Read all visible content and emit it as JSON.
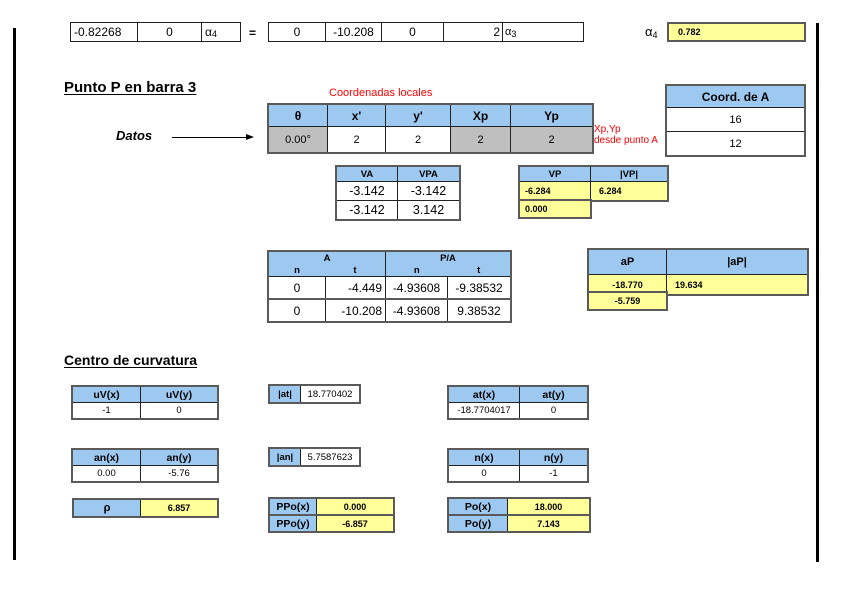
{
  "colors": {
    "header_blue": "#9DC8F0",
    "highlight_yellow": "#FFFF99",
    "input_gray": "#BFBFBF",
    "note_red": "#FF0000"
  },
  "equation": {
    "m1": [
      "-0.82268",
      "0"
    ],
    "m1_label": "α",
    "m1_sub": "4",
    "equals": "=",
    "m2": [
      "0",
      "-10.208",
      "0",
      "2"
    ],
    "m2_label": "α",
    "m2_sub": "3",
    "res_label": "α",
    "res_sub": "4",
    "res_value": "0.782"
  },
  "punto": {
    "title": "Punto P en barra 3",
    "coord_note": "Coordenadas locales",
    "datos_label": "Datos",
    "main": {
      "headers": [
        "θ",
        "x'",
        "y'",
        "Xp",
        "Yp"
      ],
      "values": [
        "0.00°",
        "2",
        "2",
        "2",
        "2"
      ]
    },
    "note_line1": "Xp,Yp",
    "note_line2": "desde punto A",
    "coord_a": {
      "header": "Coord. de A",
      "values": [
        "16",
        "12"
      ]
    },
    "va": {
      "headers": [
        "VA",
        "VPA"
      ],
      "rows": [
        [
          "-3.142",
          "-3.142"
        ],
        [
          "-3.142",
          "3.142"
        ]
      ]
    },
    "vp": {
      "headers": [
        "VP",
        "|VP|"
      ],
      "row1": [
        "-6.284",
        "6.284"
      ],
      "row2": "0.000"
    },
    "nt": {
      "groups": [
        "A",
        "P/A"
      ],
      "subs": [
        "n",
        "t",
        "n",
        "t"
      ],
      "rows": [
        [
          "0",
          "-4.449",
          "-4.93608",
          "-9.38532"
        ],
        [
          "0",
          "-10.208",
          "-4.93608",
          "9.38532"
        ]
      ]
    },
    "ap": {
      "headers": [
        "aP",
        "|aP|"
      ],
      "row1": [
        "-18.770",
        "19.634"
      ],
      "row2": "-5.759"
    }
  },
  "centro": {
    "title": "Centro de curvatura",
    "uv": {
      "headers": [
        "uV(x)",
        "uV(y)"
      ],
      "values": [
        "-1",
        "0"
      ]
    },
    "at_mag": {
      "label": "|at|",
      "value": "18.770402"
    },
    "at": {
      "headers": [
        "at(x)",
        "at(y)"
      ],
      "values": [
        "-18.7704017",
        "0"
      ]
    },
    "an": {
      "headers": [
        "an(x)",
        "an(y)"
      ],
      "values": [
        "0.00",
        "-5.76"
      ]
    },
    "an_mag": {
      "label": "|an|",
      "value": "5.7587623"
    },
    "n": {
      "headers": [
        "n(x)",
        "n(y)"
      ],
      "values": [
        "0",
        "-1"
      ]
    },
    "rho": {
      "label": "ρ",
      "value": "6.857"
    },
    "ppo": {
      "labels": [
        "PPo(x)",
        "PPo(y)"
      ],
      "values": [
        "0.000",
        "-6.857"
      ]
    },
    "po": {
      "labels": [
        "Po(x)",
        "Po(y)"
      ],
      "values": [
        "18.000",
        "7.143"
      ]
    }
  }
}
